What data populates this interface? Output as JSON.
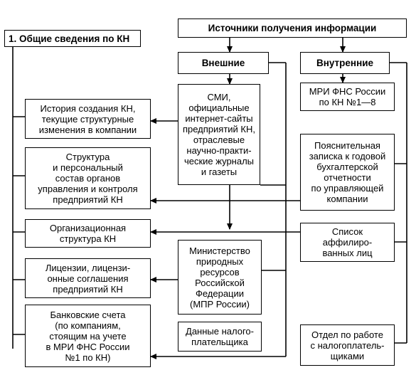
{
  "diagram": {
    "general_info": "1. Общие сведения по КН",
    "sources_title": "Источники получения информации",
    "external_title": "Внешние",
    "internal_title": "Внутренние",
    "external_sources": {
      "media": "СМИ,\nофициальные\nинтернет-сайты\nпредприятий КН,\nотраслевые\nнаучно-практи-\nческие журналы\nи газеты",
      "ministry": "Министерство\nприродных\nресурсов\nРоссийской\nФедерации\n(МПР России)",
      "taxpayer_data": "Данные налого-\nплательщика"
    },
    "internal_sources": {
      "mri": "МРИ ФНС России\nпо КН №1—8",
      "explanatory_note": "Пояснительная\nзаписка к годовой\nбухгалтерской\nотчетности\nпо управляющей\nкомпании",
      "affiliates": "Список\nаффилиро-\nванных лиц",
      "taxpayer_department": "Отдел по работе\nс налогоплатель-\nщиками"
    },
    "info_items": {
      "history": "История создания КН,\nтекущие структурные\nизменения в компании",
      "structure": "Структура\nи персональный\nсостав органов\nуправления и контроля\nпредприятий КН",
      "org_structure": "Организационная\nструктура КН",
      "licenses": "Лицензии, лицензи-\nонные соглашения\nпредприятий КН",
      "bank_accounts": "Банковские счета\n(по компаниям,\nстоящим на учете\nв МРИ ФНС России\n№1 по КН)"
    }
  }
}
